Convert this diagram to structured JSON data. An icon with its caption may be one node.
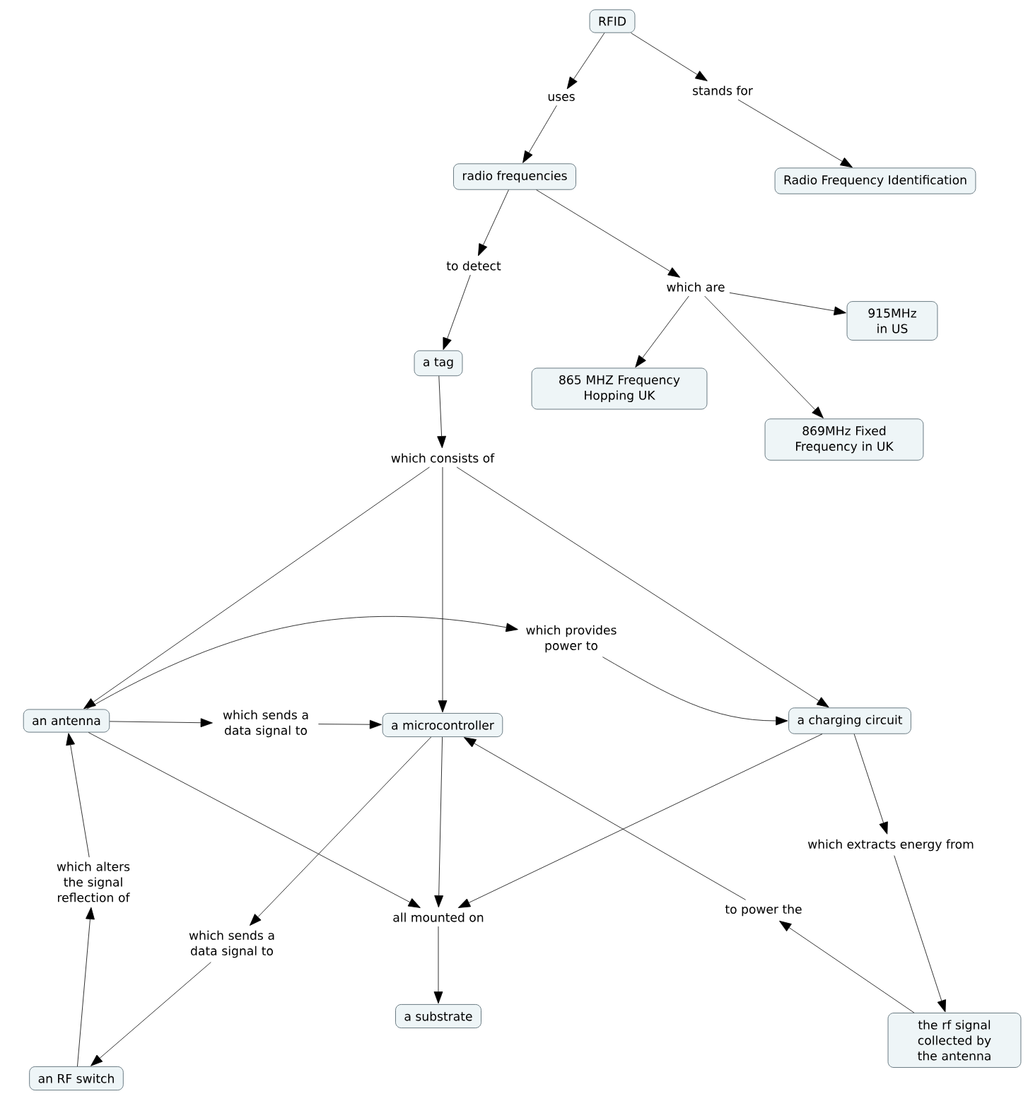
{
  "diagram": {
    "nodes": [
      {
        "text": [
          "RFID"
        ]
      },
      {
        "text": [
          "uses"
        ]
      },
      {
        "text": [
          "stands for"
        ]
      },
      {
        "text": [
          "radio frequencies"
        ]
      },
      {
        "text": [
          "Radio Frequency Identification"
        ]
      },
      {
        "text": [
          "to detect"
        ]
      },
      {
        "text": [
          "which are"
        ]
      },
      {
        "text": [
          "a tag"
        ]
      },
      {
        "text": [
          "865 MHZ Frequency Hopping UK"
        ]
      },
      {
        "text": [
          "915MHz in US"
        ]
      },
      {
        "text": [
          "869MHz Fixed Frequency in UK"
        ]
      },
      {
        "text": [
          "which consists of"
        ]
      },
      {
        "text": [
          "an antenna"
        ]
      },
      {
        "text": [
          "which sends a data signal to"
        ]
      },
      {
        "text": [
          "a microcontroller"
        ]
      },
      {
        "text": [
          "which provides power to"
        ]
      },
      {
        "text": [
          "a charging circuit"
        ]
      },
      {
        "text": [
          "which extracts energy from"
        ]
      },
      {
        "text": [
          "which alters the signal reflection of"
        ]
      },
      {
        "text": [
          "all mounted on"
        ]
      },
      {
        "text": [
          "to power the"
        ]
      },
      {
        "text": [
          "which sends a data signal to"
        ]
      },
      {
        "text": [
          "a substrate"
        ]
      },
      {
        "text": [
          "the rf signal collected by the antenna"
        ]
      },
      {
        "text": [
          "an RF switch"
        ]
      }
    ],
    "edges": [
      {
        "from": 0,
        "to": 1,
        "arrow": "to"
      },
      {
        "from": 1,
        "to": 3,
        "arrow": "to"
      },
      {
        "from": 0,
        "to": 2,
        "arrow": "to"
      },
      {
        "from": 2,
        "to": 4,
        "arrow": "to"
      },
      {
        "from": 3,
        "to": 5,
        "arrow": "to"
      },
      {
        "from": 5,
        "to": 7,
        "arrow": "to"
      },
      {
        "from": 3,
        "to": 6,
        "arrow": "to"
      },
      {
        "from": 6,
        "to": 8,
        "arrow": "to"
      },
      {
        "from": 6,
        "to": 9,
        "arrow": "to"
      },
      {
        "from": 6,
        "to": 10,
        "arrow": "to"
      },
      {
        "from": 7,
        "to": 11,
        "arrow": "to"
      },
      {
        "from": 11,
        "to": 12,
        "arrow": "to"
      },
      {
        "from": 11,
        "to": 14,
        "arrow": "to"
      },
      {
        "from": 11,
        "to": 16,
        "arrow": "to"
      },
      {
        "from": 12,
        "to": 15,
        "arrow": "to"
      },
      {
        "from": 15,
        "to": 16,
        "arrow": "to"
      },
      {
        "from": 12,
        "to": 13,
        "arrow": "to"
      },
      {
        "from": 13,
        "to": 14,
        "arrow": "to"
      },
      {
        "from": 12,
        "to": 19,
        "arrow": "to"
      },
      {
        "from": 14,
        "to": 19,
        "arrow": "to"
      },
      {
        "from": 16,
        "to": 19,
        "arrow": "to"
      },
      {
        "from": 19,
        "to": 22,
        "arrow": "to"
      },
      {
        "from": 14,
        "to": 21,
        "arrow": "to"
      },
      {
        "from": 21,
        "to": 24,
        "arrow": "to"
      },
      {
        "from": 24,
        "to": 18,
        "arrow": "to"
      },
      {
        "from": 18,
        "to": 12,
        "arrow": "to"
      },
      {
        "from": 16,
        "to": 17,
        "arrow": "to"
      },
      {
        "from": 17,
        "to": 23,
        "arrow": "to"
      },
      {
        "from": 23,
        "to": 20,
        "arrow": "to"
      },
      {
        "from": 20,
        "to": 14,
        "arrow": "to"
      }
    ]
  }
}
